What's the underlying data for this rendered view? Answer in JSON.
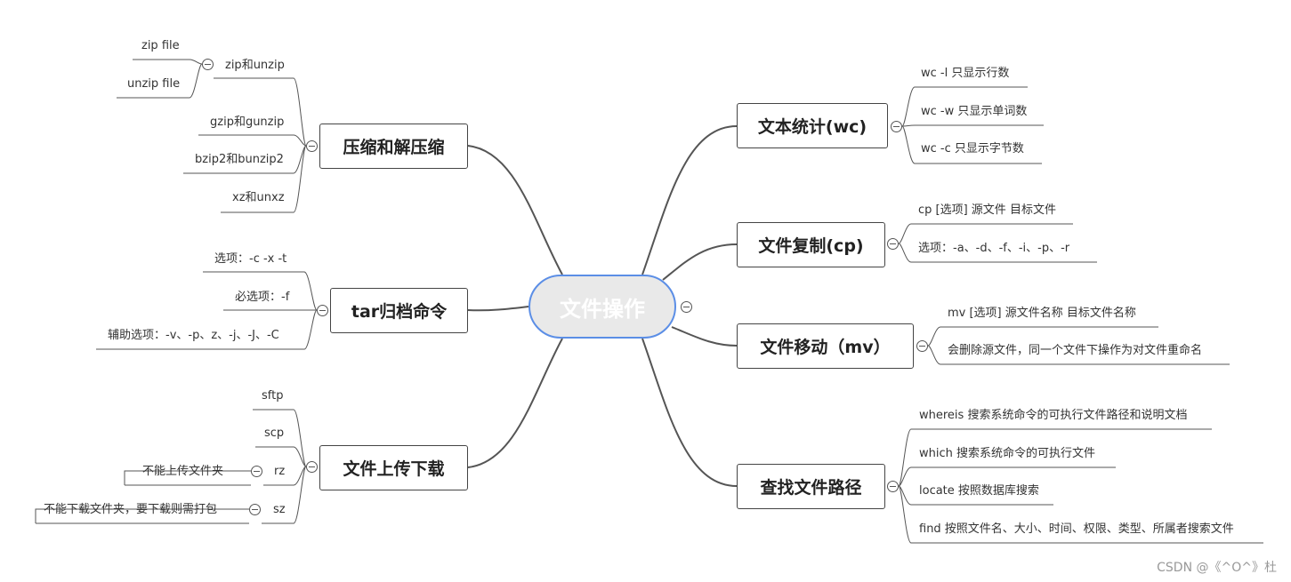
{
  "central": {
    "label": "文件操作"
  },
  "branches": [
    {
      "label": "压缩和解压缩",
      "items": [
        {
          "label": "zip和unzip",
          "children": [
            "zip file",
            "unzip file"
          ]
        },
        {
          "label": "gzip和gunzip"
        },
        {
          "label": "bzip2和bunzip2"
        },
        {
          "label": "xz和unxz"
        }
      ]
    },
    {
      "label": "tar归档命令",
      "items": [
        {
          "label": "选项：-c -x -t"
        },
        {
          "label": "必选项：-f"
        },
        {
          "label": "辅助选项：-v、-p、z、-j、-J、-C"
        }
      ]
    },
    {
      "label": "文件上传下载",
      "items": [
        {
          "label": "sftp"
        },
        {
          "label": "scp"
        },
        {
          "label": "rz",
          "children": [
            "不能上传文件夹"
          ]
        },
        {
          "label": "sz",
          "children": [
            "不能下载文件夹，要下载则需打包"
          ]
        }
      ]
    },
    {
      "label": "文本统计(wc)",
      "items": [
        {
          "label": "wc -l 只显示行数"
        },
        {
          "label": "wc -w 只显示单词数"
        },
        {
          "label": "wc -c 只显示字节数"
        }
      ]
    },
    {
      "label": "文件复制(cp)",
      "items": [
        {
          "label": "cp [选项] 源文件 目标文件"
        },
        {
          "label": "选项：-a、-d、-f、-i、-p、-r"
        }
      ]
    },
    {
      "label": "文件移动（mv）",
      "items": [
        {
          "label": "mv [选项] 源文件名称 目标文件名称"
        },
        {
          "label": "会删除源文件，同一个文件下操作为对文件重命名"
        }
      ]
    },
    {
      "label": "查找文件路径",
      "items": [
        {
          "label": "whereis 搜索系统命令的可执行文件路径和说明文档"
        },
        {
          "label": "which 搜索系统命令的可执行文件"
        },
        {
          "label": "locate 按照数据库搜索"
        },
        {
          "label": "find 按照文件名、大小、时间、权限、类型、所属者搜索文件"
        }
      ]
    }
  ],
  "watermark": "CSDN @《^O^》杜",
  "colors": {
    "central_border": "#5b8ee6",
    "central_fill": "#e9e9e9",
    "line": "#555555"
  }
}
